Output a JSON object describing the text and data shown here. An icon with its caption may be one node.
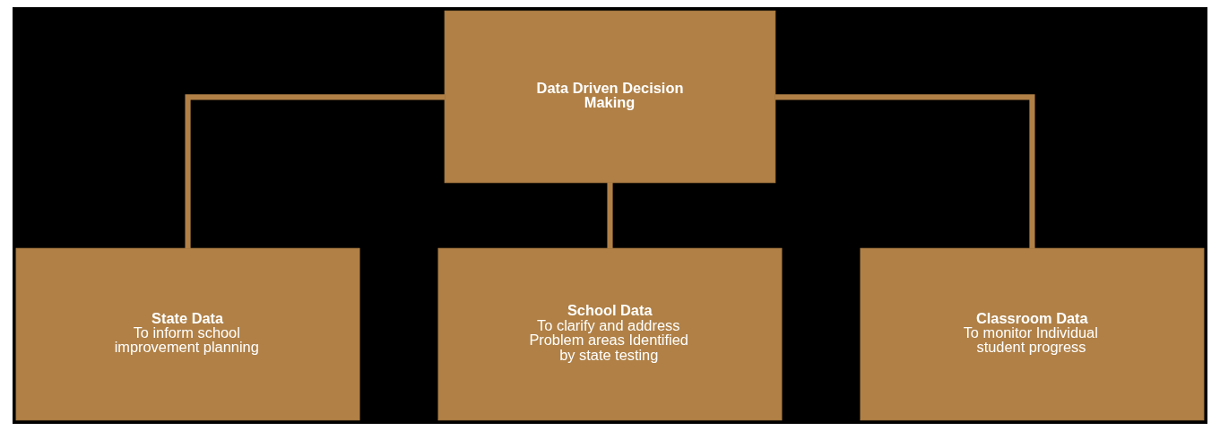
{
  "diagram": {
    "nodes": [
      {
        "text": [
          "Data Driven Decision Making"
        ]
      },
      {
        "text": [
          "State Data",
          "To inform school improvement planning"
        ]
      },
      {
        "text": [
          "School Data",
          "To clarify and address Problem areas Identified by state testing"
        ]
      },
      {
        "text": [
          "Classroom Data",
          "To monitor Individual student progress"
        ]
      }
    ],
    "edges": [
      {
        "from": 0,
        "to": 1,
        "arrow": "none"
      },
      {
        "from": 0,
        "to": 2,
        "arrow": "none"
      },
      {
        "from": 0,
        "to": 3,
        "arrow": "none"
      }
    ]
  }
}
